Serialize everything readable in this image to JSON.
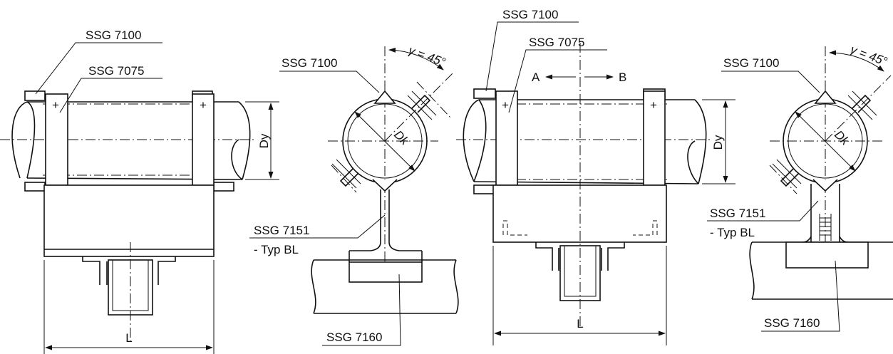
{
  "labels": {
    "ssg_7100": "SSG 7100",
    "ssg_7075": "SSG 7075",
    "ssg_7151": "SSG 7151",
    "typ_bl": "- Typ BL",
    "ssg_7160": "SSG 7160",
    "dim_dy": "Dy",
    "dim_dk": "Dk",
    "dim_l": "L",
    "angle": "γ = 45°",
    "dir_a": "A",
    "dir_b": "B",
    "plus": "+"
  }
}
